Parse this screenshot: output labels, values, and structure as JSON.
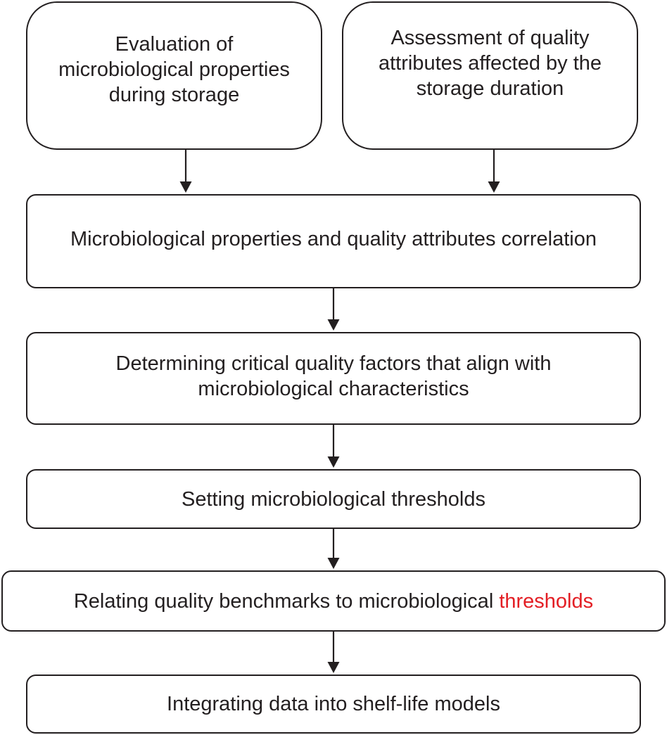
{
  "diagram": {
    "nodes": [
      {
        "id": "box-1",
        "label": "Evaluation of microbiological properties during storage"
      },
      {
        "id": "box-2",
        "label": "Assessment of quality attributes affected by the storage duration"
      },
      {
        "id": "box-3",
        "label": "Microbiological properties and quality attributes correlation"
      },
      {
        "id": "box-4",
        "label": "Determining critical quality factors that align with microbiological characteristics"
      },
      {
        "id": "box-5",
        "label": "Setting microbiological thresholds"
      },
      {
        "id": "box-6",
        "label": "Relating quality benchmarks to microbiological ",
        "accent": "thresholds"
      },
      {
        "id": "box-7",
        "label": "Integrating data into shelf-life models"
      }
    ],
    "edges": [
      {
        "from": "box-1",
        "to": "box-3"
      },
      {
        "from": "box-2",
        "to": "box-3"
      },
      {
        "from": "box-3",
        "to": "box-4"
      },
      {
        "from": "box-4",
        "to": "box-5"
      },
      {
        "from": "box-5",
        "to": "box-6"
      },
      {
        "from": "box-6",
        "to": "box-7"
      }
    ],
    "colors": {
      "stroke": "#231f20",
      "text": "#231f20",
      "accent": "#e31e24"
    }
  }
}
